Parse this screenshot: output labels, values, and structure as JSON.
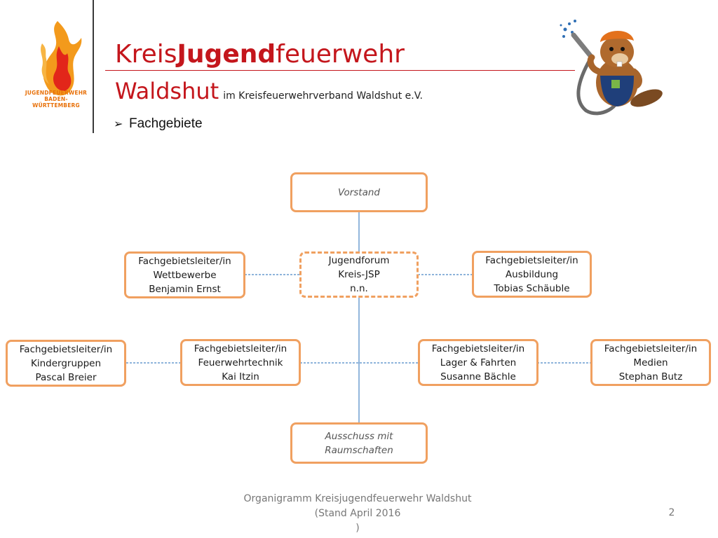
{
  "logo": {
    "icon": "flame-logo-icon",
    "line1": "JUGENDFEUERWEHR",
    "line2": "BADEN-WÜRTTEMBERG",
    "colors": {
      "flame_orange": "#f39a1c",
      "flame_red": "#e2261a"
    }
  },
  "header": {
    "title_prefix": "Kreis",
    "title_bold": "Jugend",
    "title_suffix": "feuerwehr",
    "subtitle_big": "Waldshut",
    "subtitle_small": "im Kreisfeuerwehrverband Waldshut e.V.",
    "title_color": "#c4161c"
  },
  "section": {
    "bullet_icon": "arrow-bullet-icon",
    "bullet_glyph": "➢",
    "label": "Fachgebiete"
  },
  "mascot": {
    "icon": "beaver-firefighter-icon"
  },
  "org": {
    "node_border_color": "#f0a060",
    "connector_color": "#4a86c5",
    "vorstand": {
      "lines": [
        "Vorstand"
      ]
    },
    "jugendforum": {
      "lines": [
        "Jugendforum",
        "Kreis-JSP",
        "n.n."
      ]
    },
    "wettbewerbe": {
      "lines": [
        "Fachgebietsleiter/in",
        "Wettbewerbe",
        "Benjamin Ernst"
      ]
    },
    "ausbildung": {
      "lines": [
        "Fachgebietsleiter/in",
        "Ausbildung",
        "Tobias Schäuble"
      ]
    },
    "kindergruppen": {
      "lines": [
        "Fachgebietsleiter/in",
        "Kindergruppen",
        "Pascal Breier"
      ]
    },
    "feuerwehrtechnik": {
      "lines": [
        "Fachgebietsleiter/in",
        "Feuerwehrtechnik",
        "Kai Itzin"
      ]
    },
    "lager": {
      "lines": [
        "Fachgebietsleiter/in",
        "Lager & Fahrten",
        "Susanne Bächle"
      ]
    },
    "medien": {
      "lines": [
        "Fachgebietsleiter/in",
        "Medien",
        "Stephan Butz"
      ]
    },
    "ausschuss": {
      "lines": [
        "Ausschuss mit",
        "Raumschaften"
      ]
    }
  },
  "footer": {
    "lines": [
      "Organigramm Kreisjugendfeuerwehr Waldshut",
      "(Stand  April 2016",
      ")"
    ],
    "page_number": "2"
  }
}
